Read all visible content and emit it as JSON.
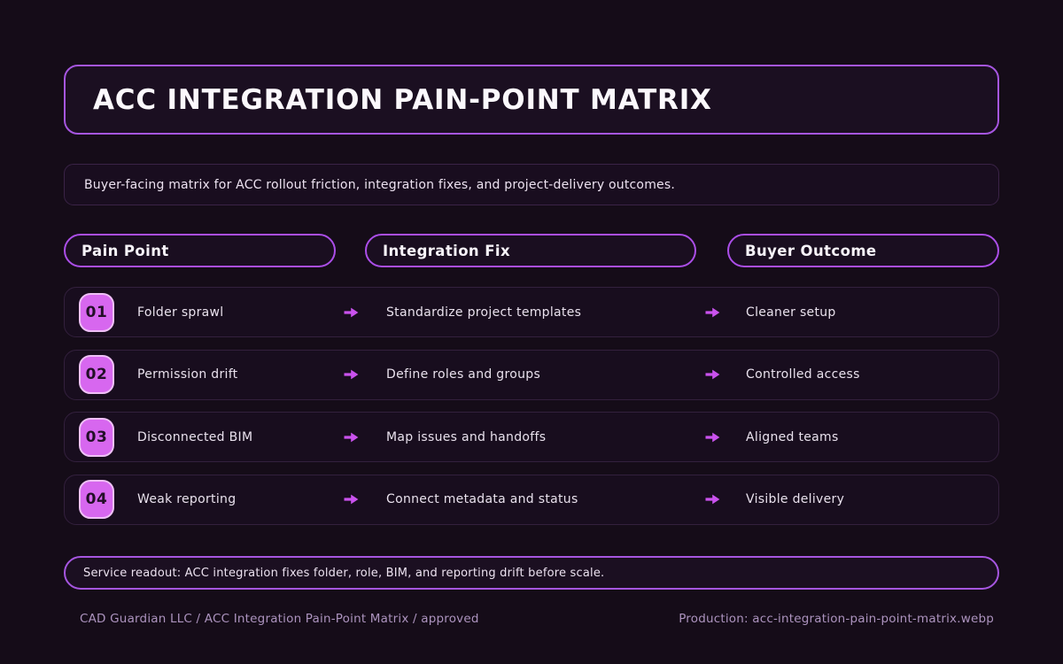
{
  "page": {
    "title": "ACC INTEGRATION PAIN-POINT MATRIX",
    "subtitle": "Buyer-facing matrix for ACC rollout friction, integration fixes, and project-delivery outcomes.",
    "readout": "Service readout: ACC integration fixes folder, role, BIM, and reporting drift before scale.",
    "footer_left": "CAD Guardian LLC / ACC Integration Pain-Point Matrix / approved",
    "footer_right": "Production: acc-integration-pain-point-matrix.webp"
  },
  "columns": [
    {
      "label": "Pain Point"
    },
    {
      "label": "Integration Fix"
    },
    {
      "label": "Buyer Outcome"
    }
  ],
  "rows": [
    {
      "num": "01",
      "pain": "Folder sprawl",
      "fix": "Standardize project templates",
      "outcome": "Cleaner setup"
    },
    {
      "num": "02",
      "pain": "Permission drift",
      "fix": "Define roles and groups",
      "outcome": "Controlled access"
    },
    {
      "num": "03",
      "pain": "Disconnected BIM",
      "fix": "Map issues and handoffs",
      "outcome": "Aligned teams"
    },
    {
      "num": "04",
      "pain": "Weak reporting",
      "fix": "Connect metadata and status",
      "outcome": "Visible delivery"
    }
  ],
  "icons": {
    "arrow": "arrow-right-icon"
  },
  "colors": {
    "background": "#150c18",
    "card_background": "#1a0e20",
    "accent_border": "#a656e0",
    "header_border": "#ab4ee8",
    "subtle_border": "#33203d",
    "badge_fill": "#d767ef",
    "badge_border": "#efc0f7",
    "badge_text": "#230f28",
    "arrow": "#ca52ee",
    "text_primary": "#fbf8fc",
    "text_body": "#e9e1ed",
    "text_muted": "#ac93be"
  }
}
